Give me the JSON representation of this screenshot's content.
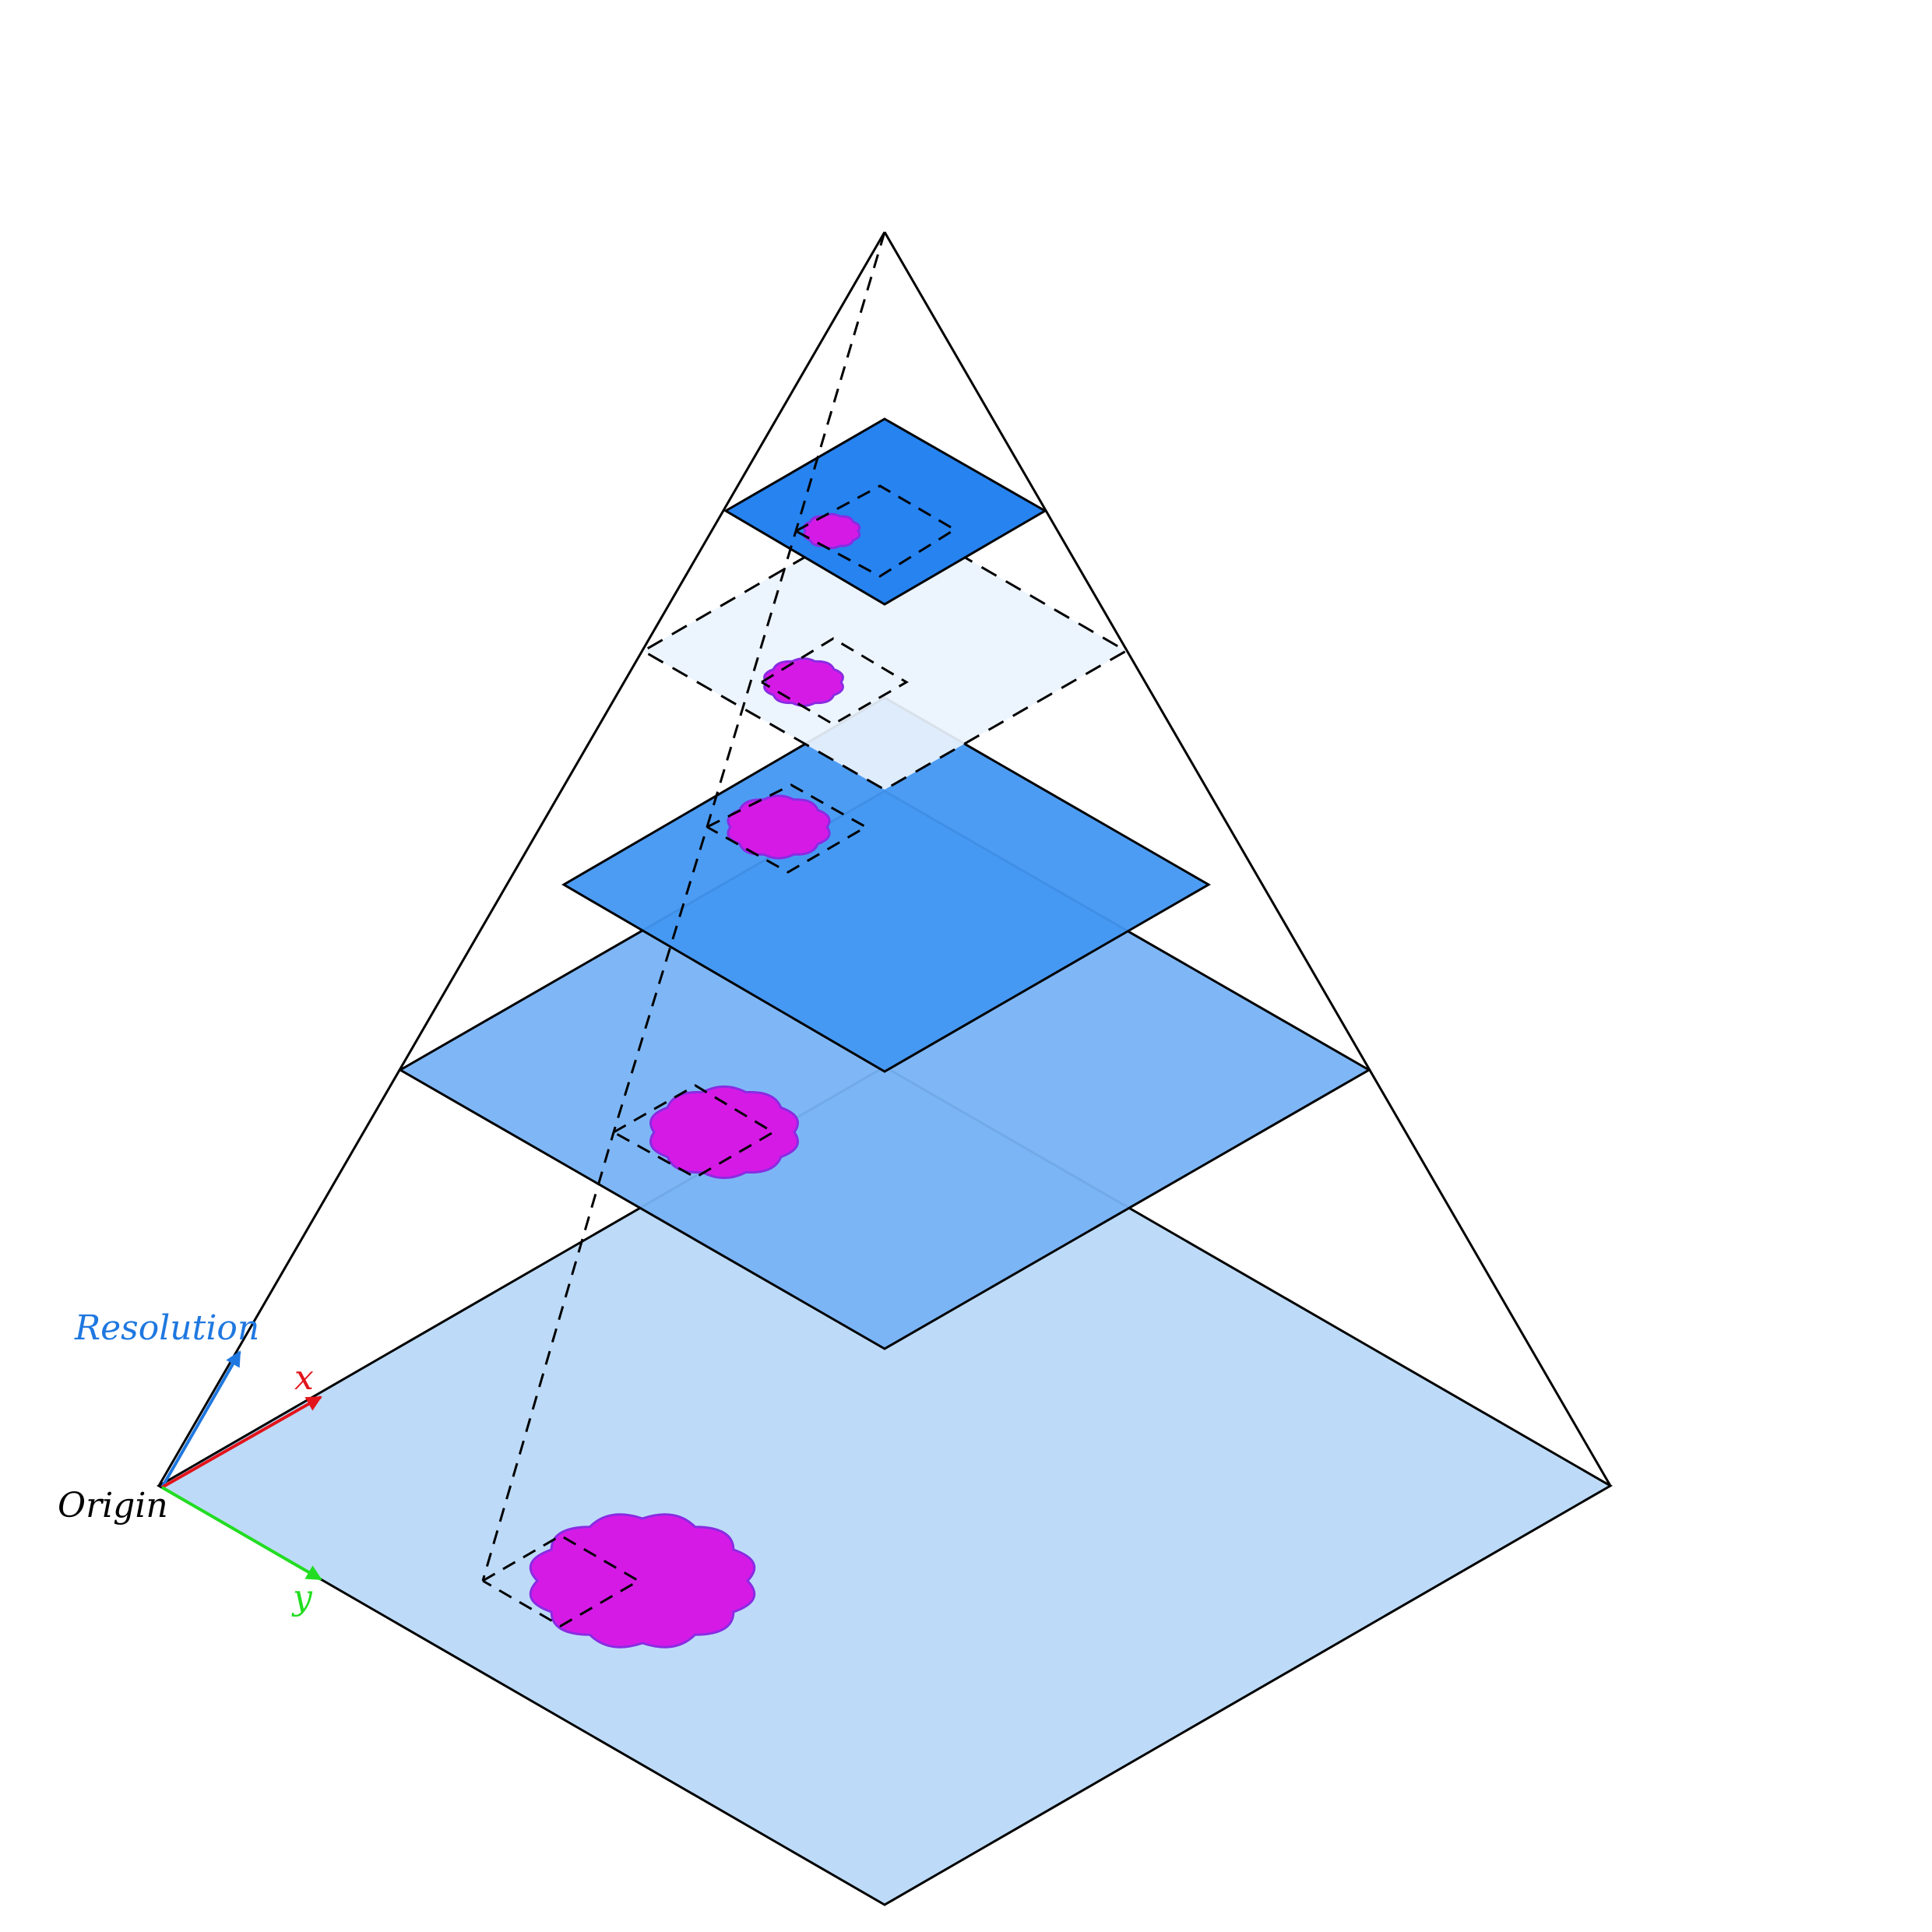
{
  "colors": {
    "background": "#ffffff",
    "outline": "#000000",
    "level_top": "#2683f0",
    "level_second": "#eaf3fd",
    "level_third": "#4397f2",
    "level_fourth": "#78b3f5",
    "level_base": "#bddbf8",
    "blob_fill": "#d61ae6",
    "blob_stroke": "#8a2be2",
    "resolution_axis": "#1f78e0",
    "x_axis": "#e3141b",
    "y_axis": "#22dd22",
    "origin_text": "#000000"
  },
  "labels": {
    "resolution": "Resolution",
    "x": "x",
    "y": "y",
    "origin": "Origin"
  },
  "icons": {
    "axis_arrow": "arrow-head-icon",
    "region": "cloud-blob-icon"
  }
}
